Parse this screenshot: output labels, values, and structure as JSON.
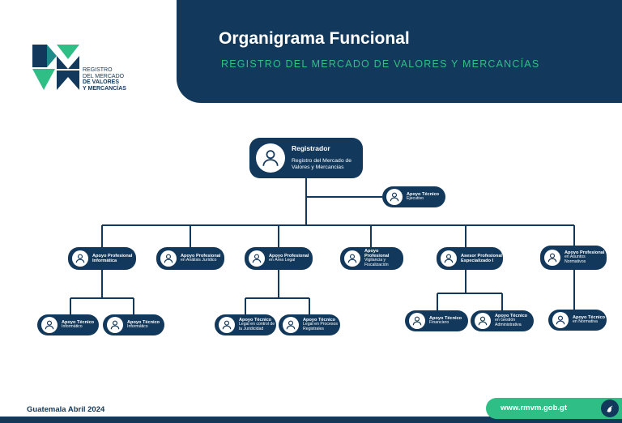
{
  "header": {
    "title": "Organigrama Funcional",
    "subtitle": "REGISTRO DEL MERCADO DE VALORES Y MERCANCÍAS"
  },
  "logo": {
    "line1": "REGISTRO",
    "line2": "DEL MERCADO",
    "line3": "DE VALORES",
    "line4": "Y MERCANCÍAS"
  },
  "colors": {
    "navy": "#12385b",
    "green": "#2fbf86",
    "teal": "#1f8a8a"
  },
  "chart": {
    "root": {
      "role": "Registrador",
      "unit": "Registro del Mercado de Valores y Mercancias"
    },
    "staff": {
      "role": "Apoyo Técnico",
      "unit": "Ejecutivo"
    },
    "level2": [
      {
        "role": "Apoyo Profesional",
        "unit": "Informática"
      },
      {
        "role": "Apoyo Profesional",
        "unit": "en Análisis Jurídico"
      },
      {
        "role": "Apoyo Profesional",
        "unit": "en Área Legal"
      },
      {
        "role": "Apoyo Profesional",
        "unit": "Vigilancia y Fiscalización"
      },
      {
        "role": "Asesor Profesional",
        "unit": "Especializado I"
      },
      {
        "role": "Apoyo Profesional",
        "unit": "en Asuntos Normativos"
      }
    ],
    "level3": [
      {
        "role": "Apoyo Técnico",
        "unit": "Informático"
      },
      {
        "role": "Apoyo Técnico",
        "unit": "Informático"
      },
      {
        "role": "Apoyo Técnico",
        "unit": "Legal en control de la Juridicidad"
      },
      {
        "role": "Apoyo Técnico",
        "unit": "Legal en Procesos Registrales"
      },
      {
        "role": "Apoyo Técnico",
        "unit": "Financiero"
      },
      {
        "role": "Apoyo Técnico",
        "unit": "en Gestión Administrativa"
      },
      {
        "role": "Apoyo Técnico",
        "unit": "en Normativa"
      }
    ]
  },
  "footer": {
    "date": "Guatemala Abril 2024",
    "url": "www.rmvm.gob.gt"
  }
}
